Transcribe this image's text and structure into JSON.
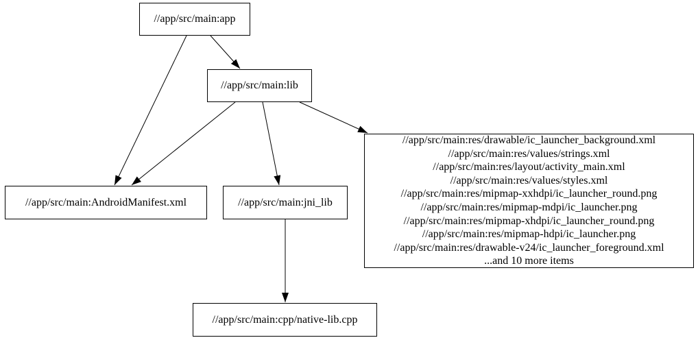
{
  "diagram": {
    "type": "dependency-graph",
    "colors": {
      "background": "#ffffff",
      "node_fill": "#ffffff",
      "node_border": "#000000",
      "edge": "#000000",
      "text": "#000000"
    },
    "nodes": {
      "app": {
        "label": "//app/src/main:app"
      },
      "lib": {
        "label": "//app/src/main:lib"
      },
      "manifest": {
        "label": "//app/src/main:AndroidManifest.xml"
      },
      "jni_lib": {
        "label": "//app/src/main:jni_lib"
      },
      "native_lib": {
        "label": "//app/src/main:cpp/native-lib.cpp"
      },
      "res_group": {
        "lines": [
          "//app/src/main:res/drawable/ic_launcher_background.xml",
          "//app/src/main:res/values/strings.xml",
          "//app/src/main:res/layout/activity_main.xml",
          "//app/src/main:res/values/styles.xml",
          "//app/src/main:res/mipmap-xxhdpi/ic_launcher_round.png",
          "//app/src/main:res/mipmap-mdpi/ic_launcher.png",
          "//app/src/main:res/mipmap-xhdpi/ic_launcher_round.png",
          "//app/src/main:res/mipmap-hdpi/ic_launcher.png",
          "//app/src/main:res/drawable-v24/ic_launcher_foreground.xml",
          "...and 10 more items"
        ]
      }
    },
    "edges": [
      {
        "from": "app",
        "to": "lib"
      },
      {
        "from": "app",
        "to": "manifest"
      },
      {
        "from": "lib",
        "to": "manifest"
      },
      {
        "from": "lib",
        "to": "jni_lib"
      },
      {
        "from": "lib",
        "to": "res_group"
      },
      {
        "from": "jni_lib",
        "to": "native_lib"
      }
    ]
  }
}
